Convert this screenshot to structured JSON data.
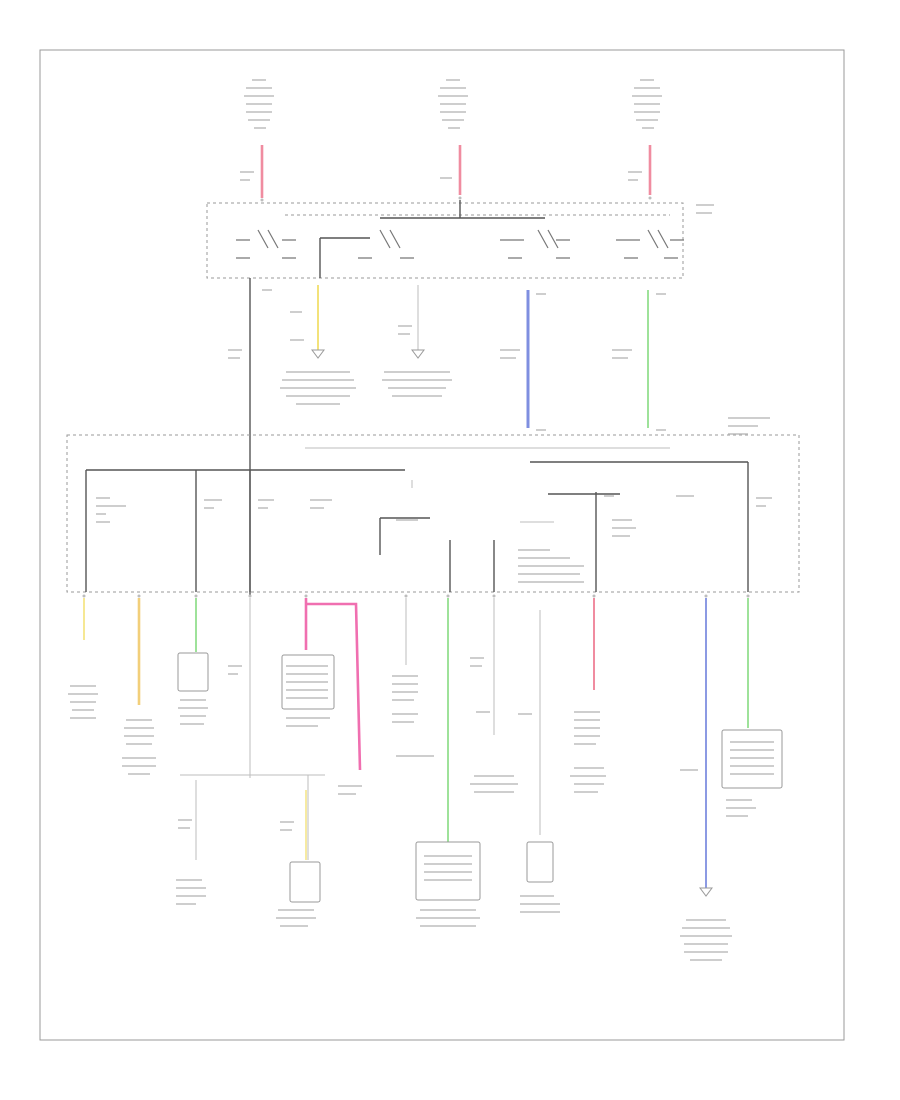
{
  "page": {
    "footer_code": ""
  },
  "colors": {
    "frame": "#9a9a9a",
    "red_wire": "#f08ca0",
    "yellow_wire": "#f3e27a",
    "orange_wire": "#f2cf7a",
    "green_wire": "#9ee29a",
    "blue_wire": "#7f8fe0",
    "pink_wire": "#f06fb0",
    "dark_wire": "#555555"
  },
  "wires": [
    {
      "name": "feed-1",
      "color": "red_wire"
    },
    {
      "name": "feed-2",
      "color": "red_wire"
    },
    {
      "name": "feed-3",
      "color": "red_wire"
    },
    {
      "name": "ignition-out-yellow",
      "color": "yellow_wire"
    },
    {
      "name": "ignition-out-blue",
      "color": "blue_wire"
    },
    {
      "name": "ignition-out-green",
      "color": "green_wire"
    },
    {
      "name": "fuse-out-yellow",
      "color": "yellow_wire"
    },
    {
      "name": "fuse-out-orange",
      "color": "orange_wire"
    },
    {
      "name": "fuse-out-green",
      "color": "green_wire"
    },
    {
      "name": "fuse-out-pink",
      "color": "pink_wire"
    },
    {
      "name": "fuse-out-green-2",
      "color": "green_wire"
    },
    {
      "name": "fuse-out-red",
      "color": "red_wire"
    },
    {
      "name": "fuse-out-blue",
      "color": "blue_wire"
    },
    {
      "name": "fuse-out-green-3",
      "color": "green_wire"
    },
    {
      "name": "sensor-yellow",
      "color": "yellow_wire"
    }
  ]
}
